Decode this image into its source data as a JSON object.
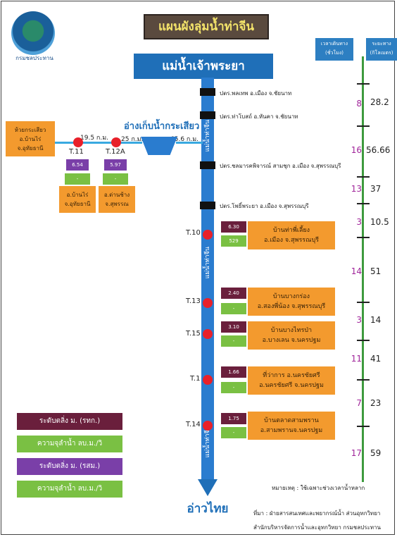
{
  "title": "แผนผังลุ่มน้ำท่าจีน",
  "logo_caption": "กรมชลประทาน",
  "river_head": "แม่น้ำเจ้าพระยา",
  "sea": "อ่าวไทย",
  "river_labels": [
    "แม่น้ำท่าจีน",
    "แม่น้ำท่าจีน",
    "แม่น้ำท่าจีน"
  ],
  "reservoir": "อ่างเก็บน้ำกระเสียว",
  "tributary": {
    "source": [
      "ห้วยกระเสียว",
      "อ.บ้านไร่",
      "จ.อุทัยธานี"
    ],
    "distances": [
      "19.5 ก.ม.",
      "25 ก.ม.",
      "65.6 ก.ม."
    ],
    "stations": [
      {
        "code": "T.11",
        "level": "6.54",
        "flow": "-",
        "place": [
          "อ.บ้านไร่",
          "จ.อุทัยธานี"
        ]
      },
      {
        "code": "T.12A",
        "level": "5.97",
        "flow": "-",
        "place": [
          "อ.ด่านช้าง",
          "จ.สุพรรณ"
        ]
      }
    ]
  },
  "gates": [
    "ปตร.พลเทพ อ.เมือง จ.ชัยนาท",
    "ปตร.ท่าโบสถ์ อ.หันคา จ.ชัยนาท",
    "ปตร.ชลมารคพิจารณ์ สามชุก อ.เมือง จ.สุพรรณบุรี",
    "ปตร.โพธิ์พระยา อ.เมือง จ.สุพรรณบุรี"
  ],
  "stations": [
    {
      "code": "T.10",
      "level": "6.30",
      "flow": "529",
      "place": [
        "บ้านท่าพี่เลี้ยง",
        "อ.เมือง จ.สุพรรณบุรี"
      ]
    },
    {
      "code": "T.13",
      "level": "2.40",
      "flow": "-",
      "place": [
        "บ้านบางกร่อง",
        "อ.สองพี่น้อง จ.สุพรรณบุรี"
      ]
    },
    {
      "code": "T.15",
      "level": "3.10",
      "flow": "-",
      "place": [
        "บ้านบางไทรป่า",
        "อ.บางเลน จ.นครปฐม"
      ]
    },
    {
      "code": "T.1",
      "level": "1.66",
      "flow": "-",
      "place": [
        "ที่ว่าการ อ.นครชัยศรี",
        "อ.นครชัยศรี จ.นครปฐม"
      ]
    },
    {
      "code": "T.14",
      "level": "1.75",
      "flow": "-",
      "place": [
        "บ้านตลาดสามพราน",
        "อ.สามพรานจ.นครปฐม"
      ]
    }
  ],
  "columns": {
    "time_header": [
      "เวลาเดินทาง",
      "(ชั่วโมง)"
    ],
    "dist_header": [
      "ระยะทาง",
      "(กิโลเมตร)"
    ]
  },
  "segments": [
    {
      "time": "8",
      "dist": "28.2"
    },
    {
      "time": "16",
      "dist": "56.66"
    },
    {
      "time": "13",
      "dist": "37"
    },
    {
      "time": "3",
      "dist": "10.5"
    },
    {
      "time": "14",
      "dist": "51"
    },
    {
      "time": "3",
      "dist": "14"
    },
    {
      "time": "11",
      "dist": "41"
    },
    {
      "time": "7",
      "dist": "23"
    },
    {
      "time": "17",
      "dist": "59"
    }
  ],
  "legend": [
    {
      "label": "ระดับตลิ่ง ม. (รทก.)",
      "color": "#6a1f3c"
    },
    {
      "label": "ความจุลำน้ำ ลบ.ม./วิ",
      "color": "#7ac043"
    },
    {
      "label": "ระดับตลิ่ง ม. (รสม.)",
      "color": "#7a3fa8"
    },
    {
      "label": "ความจุลำน้ำ ลบ.ม./วิ",
      "color": "#7ac043"
    }
  ],
  "note": "หมายเหตุ : ใช้เฉพาะช่วงเวลาน้ำหลาก",
  "source": [
    "ที่มา : ฝ่ายสารสนเทศและพยากรณ์น้ำ ส่วนอุทกวิทยา",
    "สำนักบริหารจัดการน้ำและอุทกวิทยา กรมชลประทาน"
  ]
}
